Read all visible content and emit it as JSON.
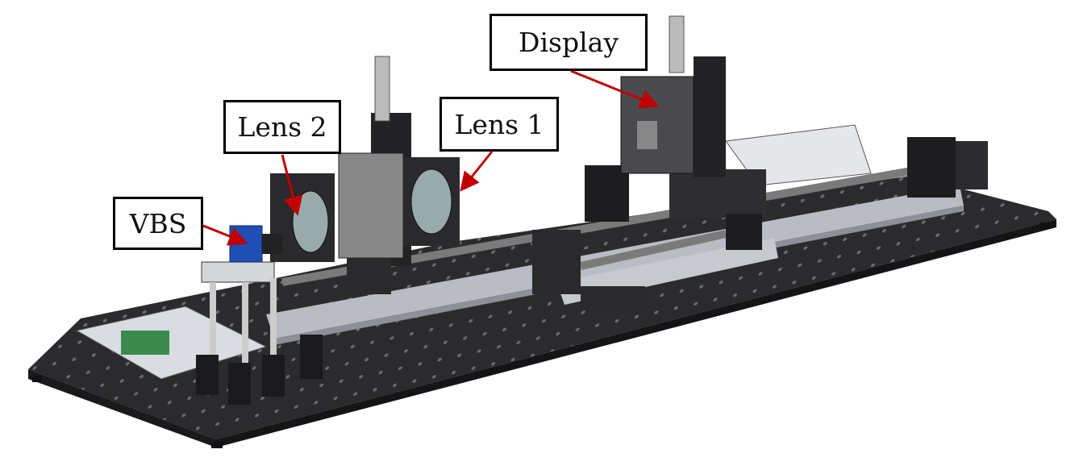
{
  "labels": {
    "display": "Display",
    "lens1": "Lens 1",
    "lens2": "Lens 2",
    "vbs": "VBS"
  },
  "colors": {
    "arrow": "#c00000",
    "board": "#2b2b2d",
    "rail": "#b9bcc2",
    "vbs": "#1f4fb5"
  }
}
